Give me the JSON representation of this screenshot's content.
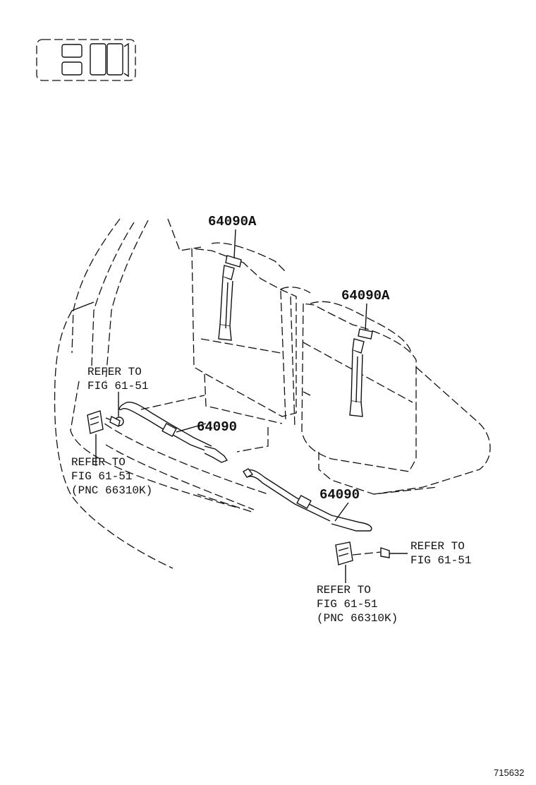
{
  "diagram": {
    "labels": {
      "upper_left_belt": "64090A",
      "upper_right_belt": "64090A",
      "lower_left_belt": "64090",
      "lower_right_belt": "64090"
    },
    "references": {
      "left_upper": [
        "REFER TO",
        "FIG 61-51"
      ],
      "left_lower": [
        "REFER TO",
        "FIG 61-51",
        "(PNC 66310K)"
      ],
      "right_side": [
        "REFER TO",
        "FIG 61-51"
      ],
      "bottom_right": [
        "REFER TO",
        "FIG 61-51",
        "(PNC 66310K)"
      ]
    },
    "figure_id": "715632"
  }
}
